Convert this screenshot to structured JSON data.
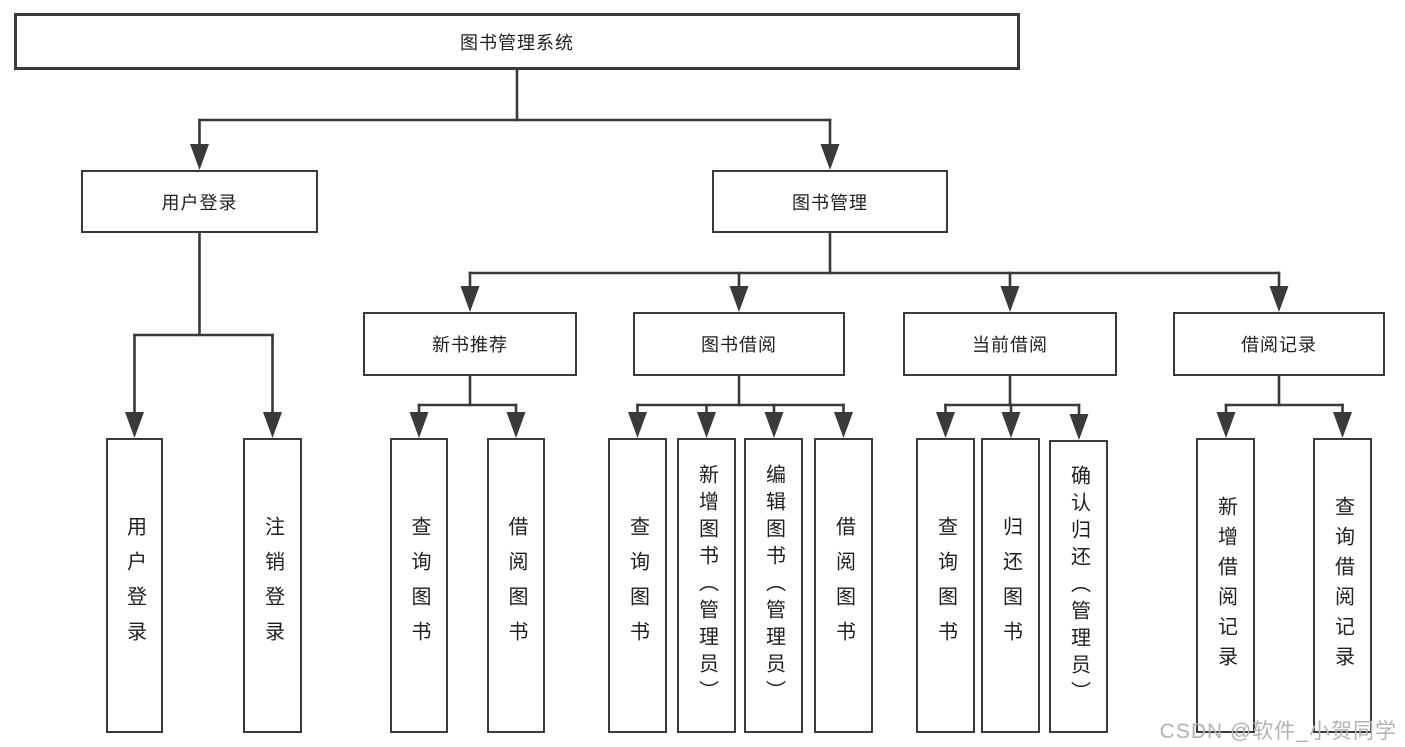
{
  "diagram": {
    "root": {
      "label": "图书管理系统"
    },
    "branches": {
      "user_login": {
        "label": "用户登录",
        "children": {
          "login": {
            "label": "用户登录"
          },
          "logout": {
            "label": "注销登录"
          }
        }
      },
      "book_management": {
        "label": "图书管理",
        "children": {
          "new_book_rec": {
            "label": "新书推荐",
            "children": {
              "query": {
                "label": "查询图书"
              },
              "borrow": {
                "label": "借阅图书"
              }
            }
          },
          "book_borrow": {
            "label": "图书借阅",
            "children": {
              "query": {
                "label": "查询图书"
              },
              "add": {
                "label": "新增图书（管理员）"
              },
              "edit": {
                "label": "编辑图书（管理员）"
              },
              "borrow": {
                "label": "借阅图书"
              }
            }
          },
          "current_borrow": {
            "label": "当前借阅",
            "children": {
              "query": {
                "label": "查询图书"
              },
              "return": {
                "label": "归还图书"
              },
              "confirm": {
                "label": "确认归还（管理员）"
              }
            }
          },
          "borrow_records": {
            "label": "借阅记录",
            "children": {
              "add": {
                "label": "新增借阅记录"
              },
              "query": {
                "label": "查询借阅记录"
              }
            }
          }
        }
      }
    }
  },
  "watermark": {
    "text": "CSDN @软件_小贺同学"
  },
  "colors": {
    "line": "#3a3a3a",
    "text": "#1f1f1f",
    "watermark": "#b3b3b3",
    "background": "#ffffff"
  }
}
